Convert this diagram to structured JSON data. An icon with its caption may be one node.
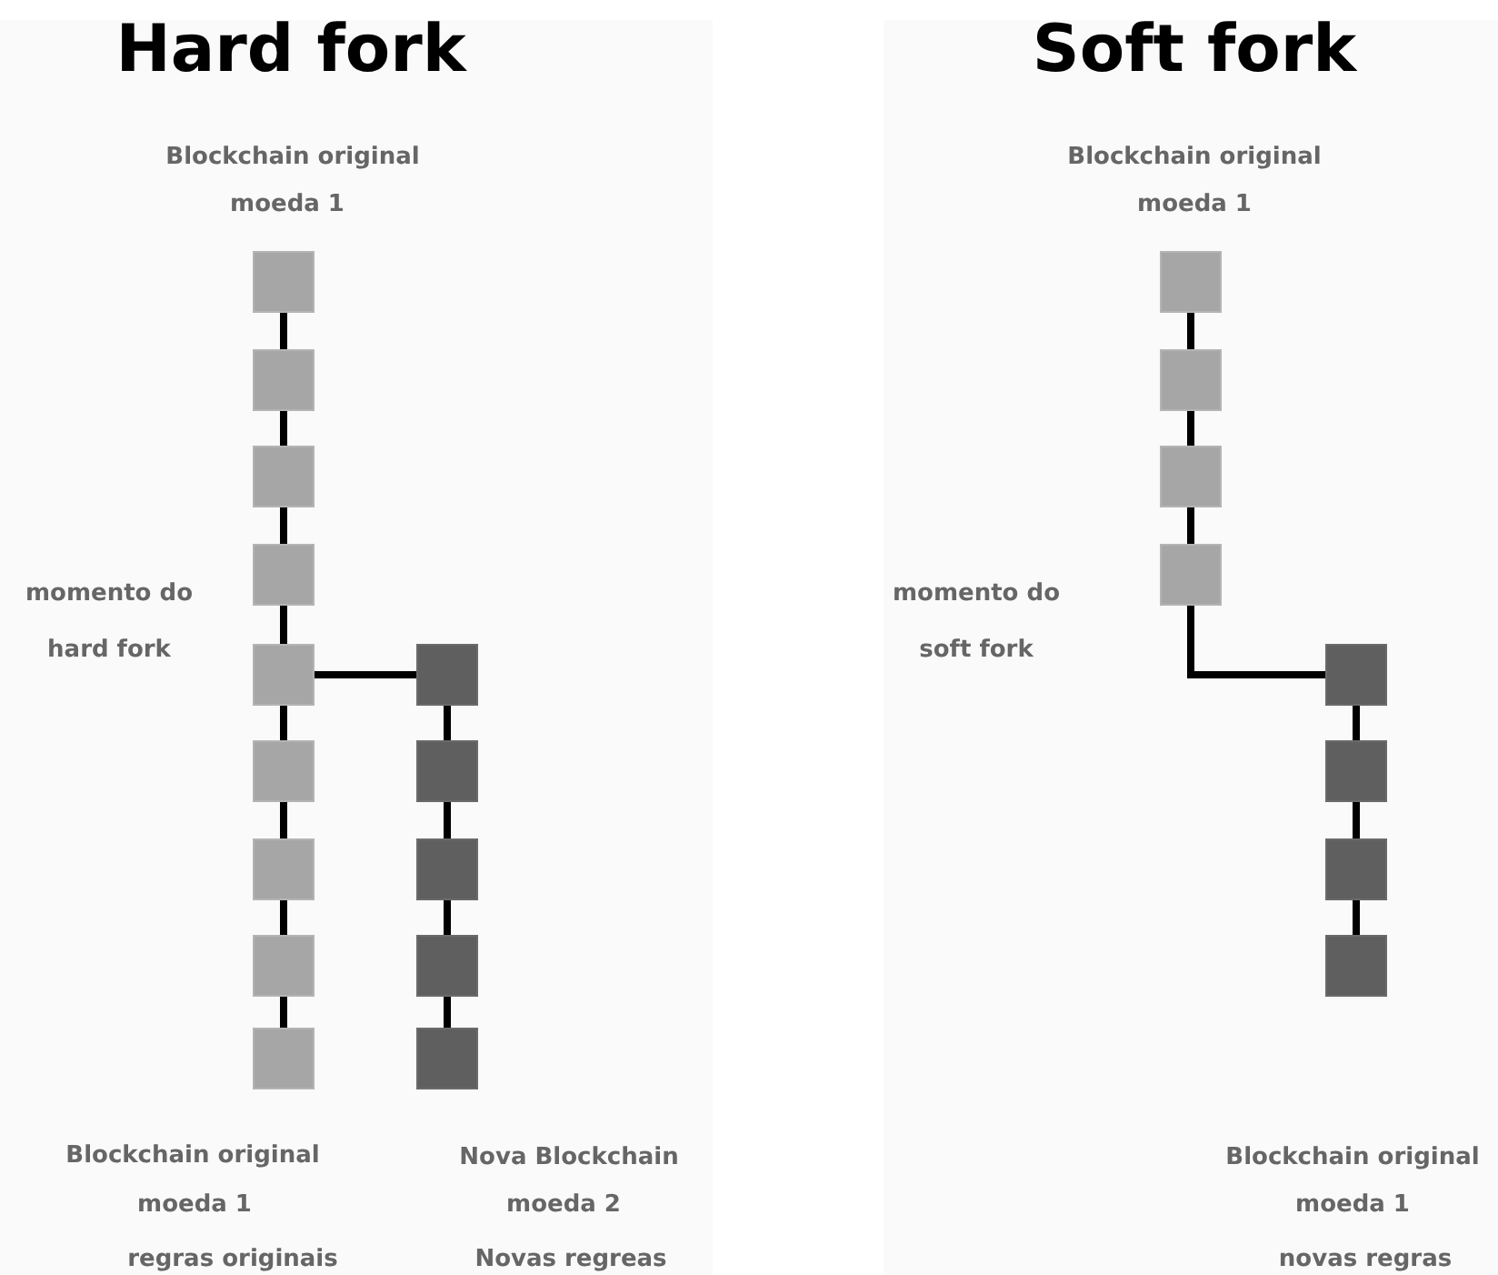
{
  "diagram": {
    "nodes": [
      {
        "text": [],
        "shape": "box"
      },
      {
        "text": [],
        "shape": "box"
      },
      {
        "text": [],
        "shape": "box"
      },
      {
        "text": [],
        "shape": "box"
      },
      {
        "text": [],
        "shape": "box"
      },
      {
        "text": [],
        "shape": "box"
      },
      {
        "text": [],
        "shape": "box"
      },
      {
        "text": [],
        "shape": "box"
      },
      {
        "text": [],
        "shape": "box"
      },
      {
        "text": [],
        "shape": "box"
      },
      {
        "text": [],
        "shape": "box"
      },
      {
        "text": [],
        "shape": "box"
      },
      {
        "text": [],
        "shape": "box"
      },
      {
        "text": [],
        "shape": "box"
      },
      {
        "text": [],
        "shape": "box"
      },
      {
        "text": [],
        "shape": "box"
      },
      {
        "text": [],
        "shape": "box"
      },
      {
        "text": [],
        "shape": "box"
      },
      {
        "text": [],
        "shape": "box"
      },
      {
        "text": [],
        "shape": "box"
      },
      {
        "text": [],
        "shape": "box"
      },
      {
        "text": [],
        "shape": "box"
      }
    ],
    "edges": [
      {
        "from": 0,
        "to": 1,
        "arrow": "none"
      },
      {
        "from": 1,
        "to": 2,
        "arrow": "none"
      },
      {
        "from": 2,
        "to": 3,
        "arrow": "none"
      },
      {
        "from": 3,
        "to": 4,
        "arrow": "none"
      },
      {
        "from": 4,
        "to": 5,
        "arrow": "none"
      },
      {
        "from": 5,
        "to": 6,
        "arrow": "none"
      },
      {
        "from": 6,
        "to": 7,
        "arrow": "none"
      },
      {
        "from": 7,
        "to": 8,
        "arrow": "none"
      },
      {
        "from": 4,
        "to": 9,
        "arrow": "none"
      },
      {
        "from": 9,
        "to": 10,
        "arrow": "none"
      },
      {
        "from": 10,
        "to": 11,
        "arrow": "none"
      },
      {
        "from": 11,
        "to": 12,
        "arrow": "none"
      },
      {
        "from": 12,
        "to": 13,
        "arrow": "none"
      },
      {
        "from": 14,
        "to": 15,
        "arrow": "none"
      },
      {
        "from": 15,
        "to": 16,
        "arrow": "none"
      },
      {
        "from": 16,
        "to": 17,
        "arrow": "none"
      },
      {
        "from": 17,
        "to": 18,
        "arrow": "none"
      },
      {
        "from": 18,
        "to": 19,
        "arrow": "none"
      },
      {
        "from": 19,
        "to": 20,
        "arrow": "none"
      },
      {
        "from": 20,
        "to": 21,
        "arrow": "none"
      }
    ],
    "labels": [
      "Hard fork",
      "Blockchain original",
      "moeda 1",
      "momento do",
      "hard fork",
      "Blockchain original",
      "Nova Blockchain",
      "moeda 1",
      "moeda 2",
      "regras originais",
      "Novas regreas",
      "Soft fork",
      "Blockchain original",
      "moeda 1",
      "momento do",
      "soft fork",
      "Blockchain original",
      "moeda 1",
      "novas regras"
    ]
  }
}
